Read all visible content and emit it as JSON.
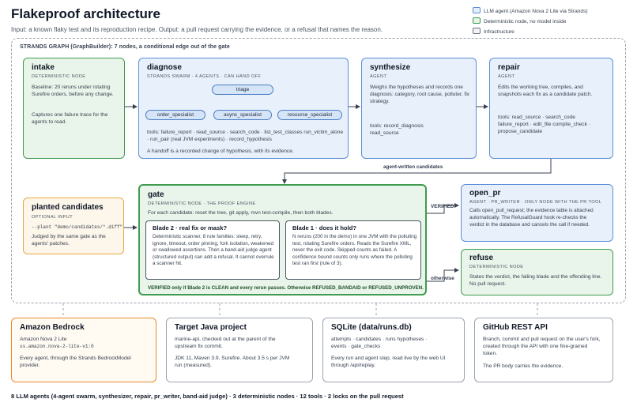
{
  "header": {
    "title": "Flakeproof architecture",
    "subtitle": "Input: a known flaky test and its reproduction recipe. Output: a pull request carrying the evidence, or a refusal that names the reason."
  },
  "legend": {
    "llm": "LLM agent (Amazon Nova 2 Lite via Strands)",
    "deterministic": "Deterministic node, no model inside",
    "infra": "Infrastructure"
  },
  "graph": {
    "label": "STRANDS GRAPH (GraphBuilder): 7 nodes, a conditional edge out of the gate"
  },
  "intake": {
    "title": "intake",
    "sub": "DETERMINISTIC NODE",
    "body1": "Baseline: 20 reruns under rotating Surefire orders, before any change.",
    "body2": "Captures one failure trace for the agents to read."
  },
  "diagnose": {
    "title": "diagnose",
    "sub": "STRANDS SWARM · 4 AGENTS · CAN HAND OFF",
    "triage": "triage",
    "order": "order_specialist",
    "async": "async_specialist",
    "resource": "resource_specialist",
    "tools": "tools: failure_report · read_source · search_code · list_test_classes run_victim_alone · run_pair (real JVM experiments) · record_hypothesis",
    "handoff": "A handoff is a recorded change of hypothesis, with its evidence."
  },
  "synthesize": {
    "title": "synthesize",
    "sub": "AGENT",
    "body": "Weighs the hypotheses and records one diagnosis: category, root cause, polluter, fix strategy.",
    "tools": "tools: record_diagnosis read_source"
  },
  "repair": {
    "title": "repair",
    "sub": "AGENT",
    "body": "Edits the working tree, compiles, and snapshots each fix as a candidate patch.",
    "tools": "tools: read_source · search_code failure_report · edit_file compile_check · propose_candidate"
  },
  "edges": {
    "candidates": "agent-written candidates",
    "verified": "VERIFIED",
    "otherwise": "otherwise"
  },
  "planted": {
    "title": "planted candidates",
    "sub": "OPTIONAL INPUT",
    "code": "--plant \"demo/candidates/*.diff\"",
    "body": "Judged by the same gate as the agents' patches."
  },
  "gate": {
    "title": "gate",
    "sub": "DETERMINISTIC NODE · THE PROOF ENGINE",
    "desc": "For each candidate: reset the tree, git apply, mvn test-compile, then both blades.",
    "blade2_title": "Blade 2 · real fix or mask?",
    "blade2_body": "Deterministic scanner, 8 rule families: sleep, retry, ignore, timeout, order pinning, fork isolation, weakened or swallowed assertions. Then a band-aid judge agent (structured output) can add a refusal. It cannot overrule a scanner hit.",
    "blade1_title": "Blade 1 · does it hold?",
    "blade1_body": "N reruns (200 in the demo) in one JVM with the polluting test, rotating Surefire orders. Reads the Surefire XML, never the exit code. Skipped counts as failed. A confidence bound counts only runs where the polluting test ran first (rule of 3).",
    "verdict": "VERIFIED only if Blade 2 is CLEAN and every rerun passes. Otherwise REFUSED_BANDAID or REFUSED_UNPROVEN."
  },
  "open_pr": {
    "title": "open_pr",
    "sub": "AGENT · PR_WRITER · ONLY NODE WITH THE PR TOOL",
    "body": "Calls open_pull_request; the evidence table is attached automatically. The RefusalGuard hook re-checks the verdict in the database and cancels the call if needed."
  },
  "refuse": {
    "title": "refuse",
    "sub": "DETERMINISTIC NODE",
    "body": "States the verdict, the failing blade and the offending line. No pull request."
  },
  "bedrock": {
    "title": "Amazon Bedrock",
    "line1": "Amazon Nova 2 Lite",
    "code": "us.amazon.nova-2-lite-v1:0",
    "body": "Every agent, through the Strands BedrockModel provider."
  },
  "java": {
    "title": "Target Java project",
    "body1": "marine-api, checked out at the parent of the upstream fix commit.",
    "body2": "JDK 11, Maven 3.9, Surefire. About 3.5 s per JVM run (measured)."
  },
  "sqlite": {
    "title": "SQLite (data/runs.db)",
    "body1": "attempts · candidates · runs hypotheses · events · gate_checks",
    "body2": "Every run and agent step, read live by the web UI through /api/replay."
  },
  "github": {
    "title": "GitHub REST API",
    "body1": "Branch, commit and pull request on the user's fork, created through the API with one fine-grained token.",
    "body2": "The PR body carries the evidence."
  },
  "footer": "8 LLM agents (4-agent swarm, synthesizer, repair, pr_writer, band-aid judge) · 3 deterministic nodes · 12 tools · 2 locks on the pull request"
}
